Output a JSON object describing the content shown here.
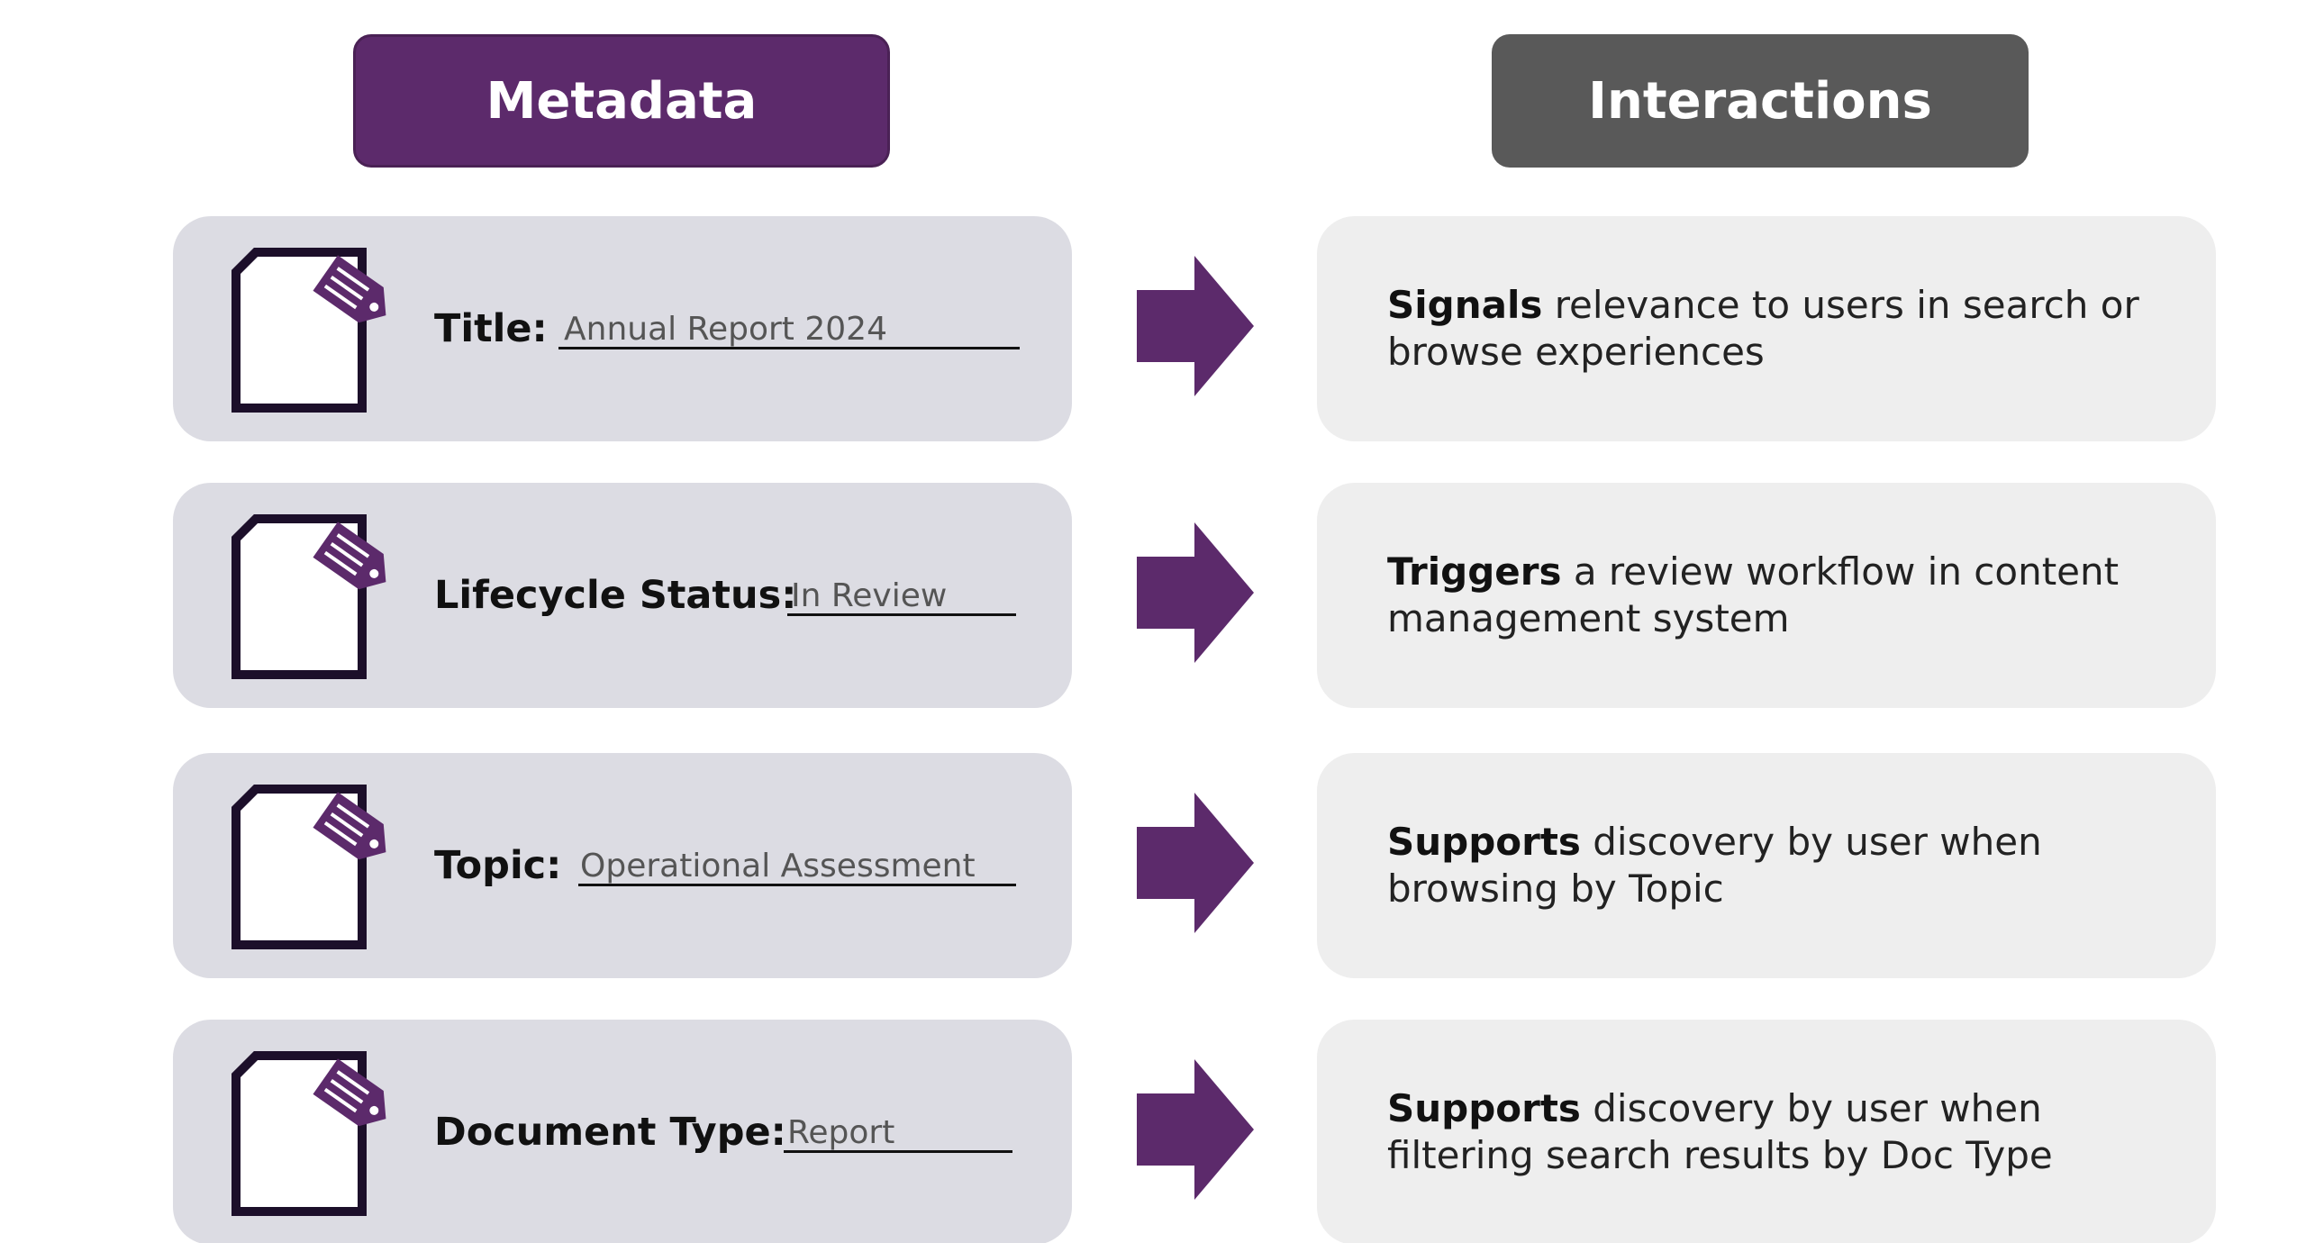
{
  "headers": {
    "metadata": "Metadata",
    "interactions": "Interactions"
  },
  "colors": {
    "purple": "#5c2a6b",
    "gray_header": "#595959",
    "meta_card": "#dcdce3",
    "inter_card": "#eeeeee"
  },
  "icons": {
    "document": "document-icon",
    "tag": "tag-icon",
    "arrow": "arrow-right-icon"
  },
  "rows": [
    {
      "label": "Title:",
      "value": "Annual Report 2024",
      "interaction_bold": "Signals",
      "interaction_line1_rest": " relevance to users in search or",
      "interaction_line2": "browse experiences"
    },
    {
      "label": "Lifecycle Status:",
      "value": "In Review",
      "interaction_bold": "Triggers",
      "interaction_line1_rest": " a review workflow in content",
      "interaction_line2": "management system"
    },
    {
      "label": "Topic:",
      "value": "Operational Assessment",
      "interaction_bold": "Supports",
      "interaction_line1_rest": " discovery by user when",
      "interaction_line2": "browsing by Topic"
    },
    {
      "label": "Document Type:",
      "value": "Report",
      "interaction_bold": "Supports",
      "interaction_line1_rest": " discovery by user when",
      "interaction_line2": "filtering search results by Doc Type"
    }
  ]
}
